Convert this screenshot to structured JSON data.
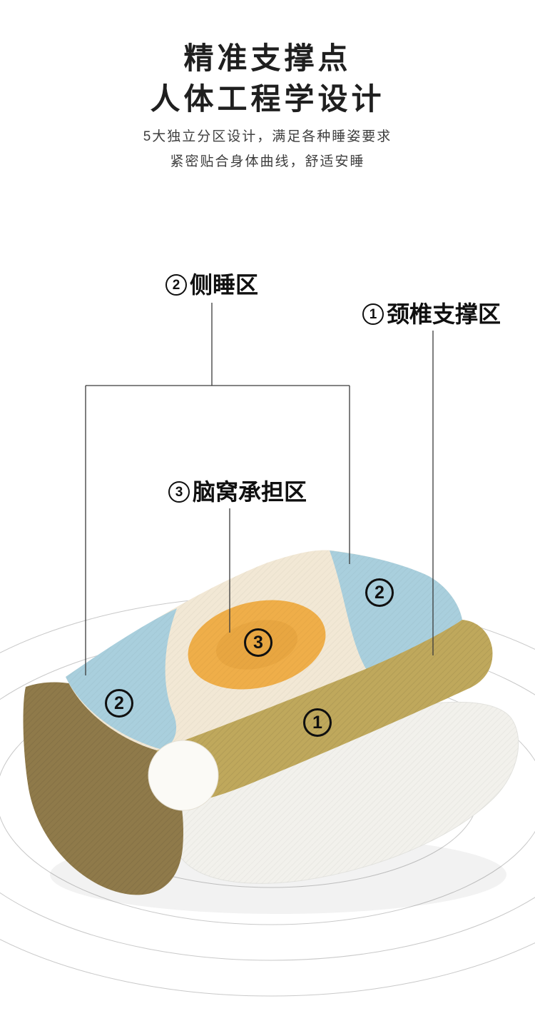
{
  "header": {
    "title_line1": "精准支撑点",
    "title_line2": "人体工程学设计",
    "subtitle_line1": "5大独立分区设计，满足各种睡姿要求",
    "subtitle_line2": "紧密贴合身体曲线，舒适安睡"
  },
  "callouts": [
    {
      "num": "2",
      "label": "侧睡区"
    },
    {
      "num": "1",
      "label": "颈椎支撑区"
    },
    {
      "num": "3",
      "label": "脑窝承担区"
    }
  ],
  "markers": [
    {
      "num": "2",
      "zone": "side-sleep-right"
    },
    {
      "num": "3",
      "zone": "head-hollow"
    },
    {
      "num": "2",
      "zone": "side-sleep-left"
    },
    {
      "num": "1",
      "zone": "cervical-support"
    }
  ],
  "colors": {
    "title_text": "#1f1f1f",
    "subtitle_text": "#3e3e3e",
    "callout_text": "#101010",
    "callout_line": "#3a3a3a",
    "ripple_line": "#c9c9c9",
    "zone_blue": "#a9cfdd",
    "zone_cream": "#f2e8d5",
    "zone_orange": "#efae49",
    "zone_orange_deep": "#e2a03a",
    "roll_khaki": "#bfa85c",
    "roll_core_white": "#fbfaf6",
    "pillow_white": "#f2f1ec",
    "fold_khaki": "#8f7a4a",
    "shadow": "#000000"
  }
}
